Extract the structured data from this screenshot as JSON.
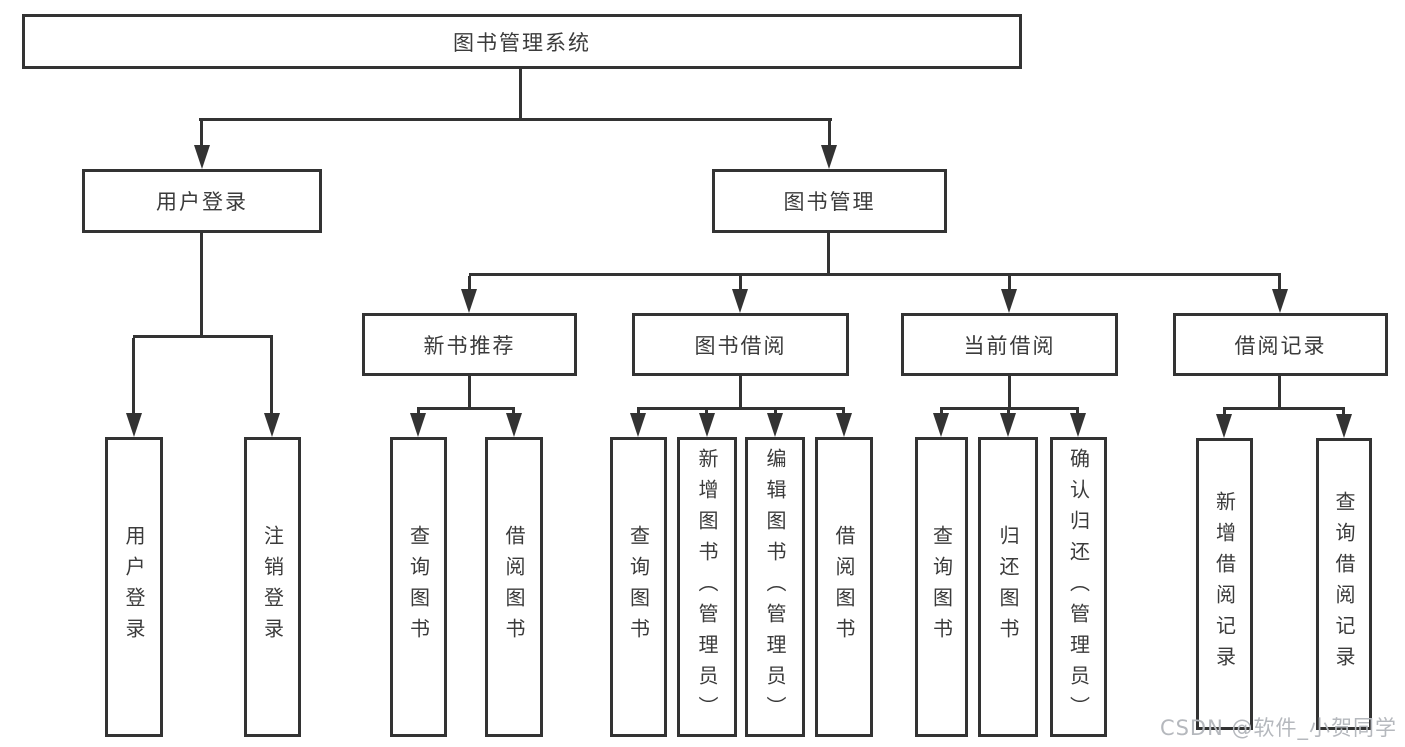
{
  "tree": {
    "label": "图书管理系统",
    "children": [
      {
        "label": "用户登录",
        "children": [
          {
            "label": "用户登录"
          },
          {
            "label": "注销登录"
          }
        ]
      },
      {
        "label": "图书管理",
        "children": [
          {
            "label": "新书推荐",
            "children": [
              {
                "label": "查询图书"
              },
              {
                "label": "借阅图书"
              }
            ]
          },
          {
            "label": "图书借阅",
            "children": [
              {
                "label": "查询图书"
              },
              {
                "label": "新增图书（管理员）"
              },
              {
                "label": "编辑图书（管理员）"
              },
              {
                "label": "借阅图书"
              }
            ]
          },
          {
            "label": "当前借阅",
            "children": [
              {
                "label": "查询图书"
              },
              {
                "label": "归还图书"
              },
              {
                "label": "确认归还（管理员）"
              }
            ]
          },
          {
            "label": "借阅记录",
            "children": [
              {
                "label": "新增借阅记录"
              },
              {
                "label": "查询借阅记录"
              }
            ]
          }
        ]
      }
    ]
  },
  "watermark": {
    "text": "CSDN @软件_小贺同学"
  },
  "colors": {
    "line": "#333333",
    "node_border": "#333333",
    "node_text": "#3b3b3b",
    "watermark_text": "#b5b8bd",
    "background": "#ffffff"
  }
}
